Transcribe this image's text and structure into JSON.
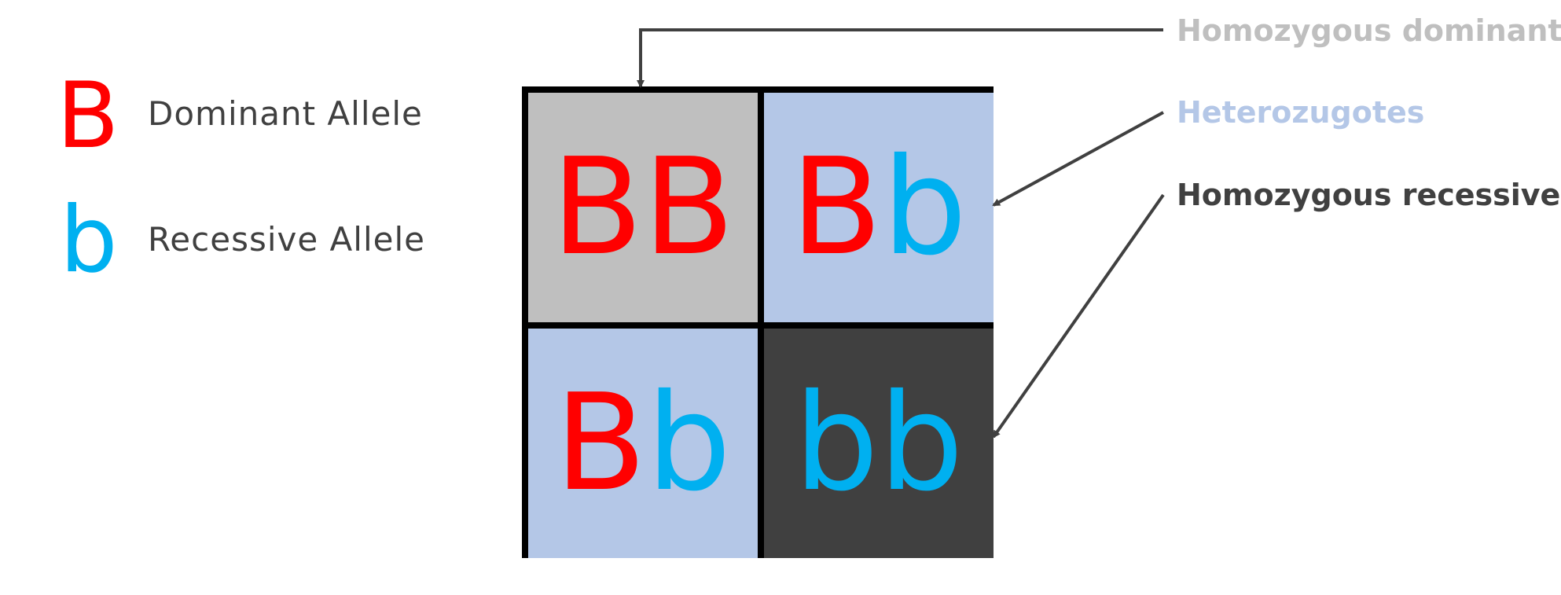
{
  "legend": [
    {
      "symbol": "B",
      "label": "Dominant Allele"
    },
    {
      "symbol": "b",
      "label": "Recessive Allele"
    }
  ],
  "grid": {
    "cells": [
      {
        "a1": "B",
        "a2": "B"
      },
      {
        "a1": "B",
        "a2": "b"
      },
      {
        "a1": "B",
        "a2": "b"
      },
      {
        "a1": "b",
        "a2": "b"
      }
    ]
  },
  "callouts": {
    "homozygous_dominant": "Homozygous dominant",
    "heterozygotes": "Heterozugotes",
    "homozygous_recessive": "Homozygous recessive"
  },
  "colors": {
    "dominant_allele": "#ff0000",
    "recessive_allele": "#00b0f0",
    "homozygous_dominant_fill": "#bfbfbf",
    "heterozygote_fill": "#b4c7e7",
    "homozygous_recessive_fill": "#404040",
    "connector": "#404040"
  }
}
